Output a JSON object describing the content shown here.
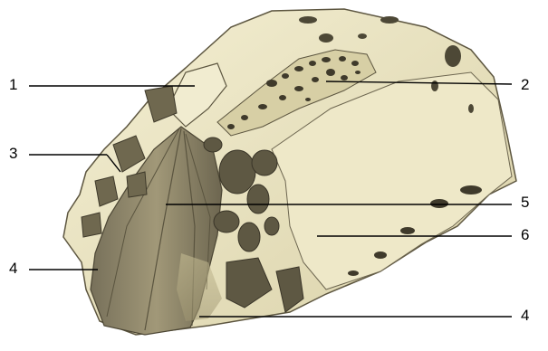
{
  "figure": {
    "background": "#ffffff",
    "bone_color": "#efe9c8",
    "shadow_color": "#8a8163",
    "leader_color": "#000000",
    "labels": {
      "left_top": "1",
      "right_top": "2",
      "left_mid": "3",
      "right_mid_upper": "5",
      "right_mid_lower": "6",
      "left_bottom": "4",
      "right_bottom": "4"
    }
  }
}
